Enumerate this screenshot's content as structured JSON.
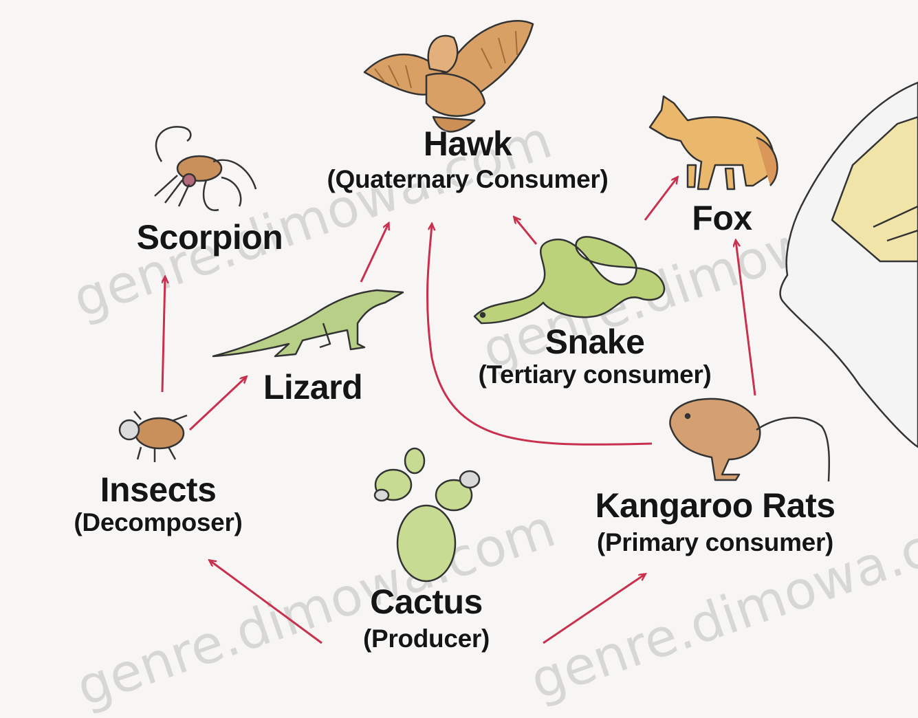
{
  "nodes": {
    "hawk": {
      "name": "Hawk",
      "role": "(Quaternary Consumer)"
    },
    "scorpion": {
      "name": "Scorpion"
    },
    "fox": {
      "name": "Fox"
    },
    "lizard": {
      "name": "Lizard"
    },
    "snake": {
      "name": "Snake",
      "role": "(Tertiary consumer)"
    },
    "insects": {
      "name": "Insects",
      "role": "(Decomposer)"
    },
    "kangaroo_rats": {
      "name": "Kangaroo Rats",
      "role": "(Primary consumer)"
    },
    "cactus": {
      "name": "Cactus",
      "role": "(Producer)"
    }
  },
  "edges": [
    {
      "from": "Cactus",
      "to": "Insects"
    },
    {
      "from": "Cactus",
      "to": "Kangaroo Rats"
    },
    {
      "from": "Insects",
      "to": "Scorpion"
    },
    {
      "from": "Insects",
      "to": "Lizard"
    },
    {
      "from": "Lizard",
      "to": "Hawk"
    },
    {
      "from": "Kangaroo Rats",
      "to": "Hawk"
    },
    {
      "from": "Snake",
      "to": "Hawk"
    },
    {
      "from": "Snake",
      "to": "Fox"
    },
    {
      "from": "Kangaroo Rats",
      "to": "Fox"
    }
  ],
  "colors": {
    "arrow": "#c8304e",
    "outline": "#333333",
    "hawk": "#d9a066",
    "fox": "#e9b86c",
    "lizard": "#b7cf86",
    "snake": "#bcd27a",
    "cactus": "#c7db92",
    "rat": "#d4a072",
    "insect": "#c9905c"
  },
  "watermark": {
    "text_a": "genre.dimowa.com",
    "text_b": "genre.dimowa.com",
    "text_c": "genre.dimowa.com",
    "text_d": "genre.dimowa.com"
  }
}
